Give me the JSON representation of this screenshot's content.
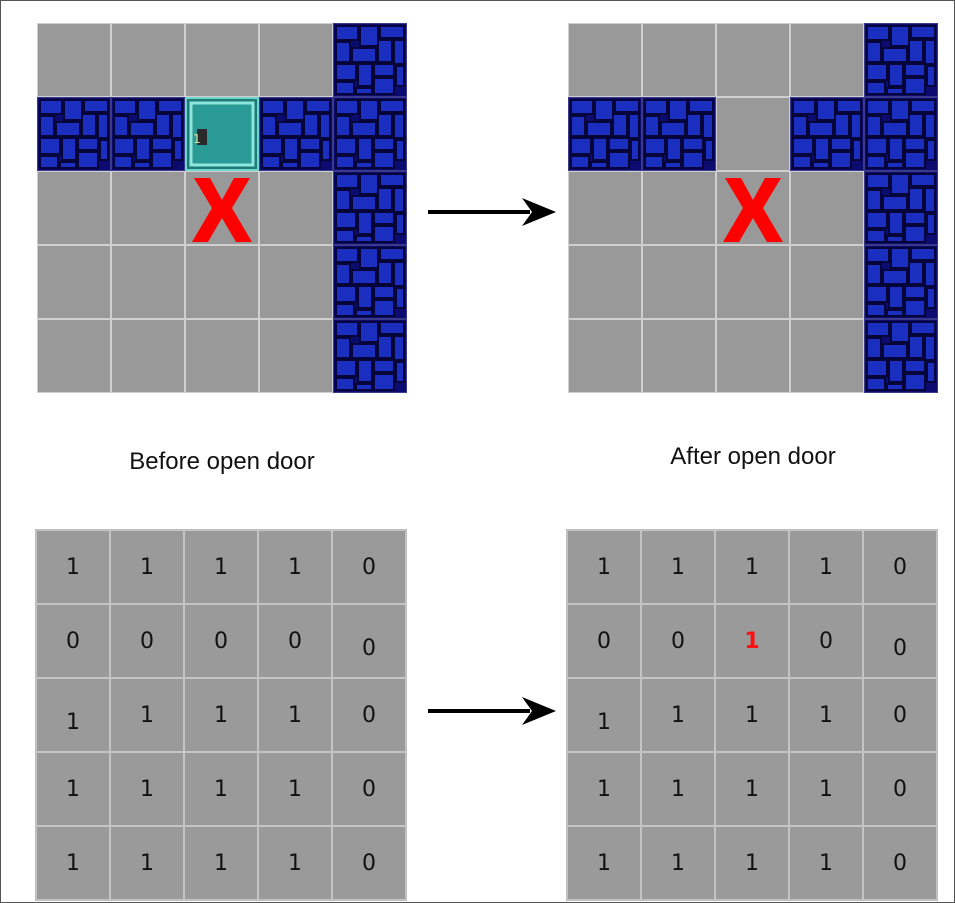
{
  "captions": {
    "before": "Before open door",
    "after": "After open door"
  },
  "colors": {
    "floor": "#999999",
    "wall": "#0a0a66",
    "door": "#1a6f6f",
    "target_x": "#ff0000",
    "changed_value": "#ff1010"
  },
  "maps": {
    "before": [
      [
        "floor",
        "floor",
        "floor",
        "floor",
        "wall"
      ],
      [
        "wall",
        "wall",
        "door",
        "wall",
        "wall"
      ],
      [
        "floor",
        "floor",
        "target-x",
        "floor",
        "wall"
      ],
      [
        "floor",
        "floor",
        "floor",
        "floor",
        "wall"
      ],
      [
        "floor",
        "floor",
        "floor",
        "floor",
        "wall"
      ]
    ],
    "after": [
      [
        "floor",
        "floor",
        "floor",
        "floor",
        "wall"
      ],
      [
        "wall",
        "wall",
        "floor",
        "wall",
        "wall"
      ],
      [
        "floor",
        "floor",
        "target-x",
        "floor",
        "wall"
      ],
      [
        "floor",
        "floor",
        "floor",
        "floor",
        "wall"
      ],
      [
        "floor",
        "floor",
        "floor",
        "floor",
        "wall"
      ]
    ]
  },
  "matrices": {
    "before": [
      [
        "1",
        "1",
        "1",
        "1",
        "0"
      ],
      [
        "0",
        "0",
        "0",
        "0",
        "0"
      ],
      [
        "1",
        "1",
        "1",
        "1",
        "0"
      ],
      [
        "1",
        "1",
        "1",
        "1",
        "0"
      ],
      [
        "1",
        "1",
        "1",
        "1",
        "0"
      ]
    ],
    "after": [
      [
        "1",
        "1",
        "1",
        "1",
        "0"
      ],
      [
        "0",
        "0",
        "1",
        "0",
        "0"
      ],
      [
        "1",
        "1",
        "1",
        "1",
        "0"
      ],
      [
        "1",
        "1",
        "1",
        "1",
        "0"
      ],
      [
        "1",
        "1",
        "1",
        "1",
        "0"
      ]
    ],
    "changed_cell": {
      "row": 1,
      "col": 2
    }
  },
  "door_label": "1"
}
